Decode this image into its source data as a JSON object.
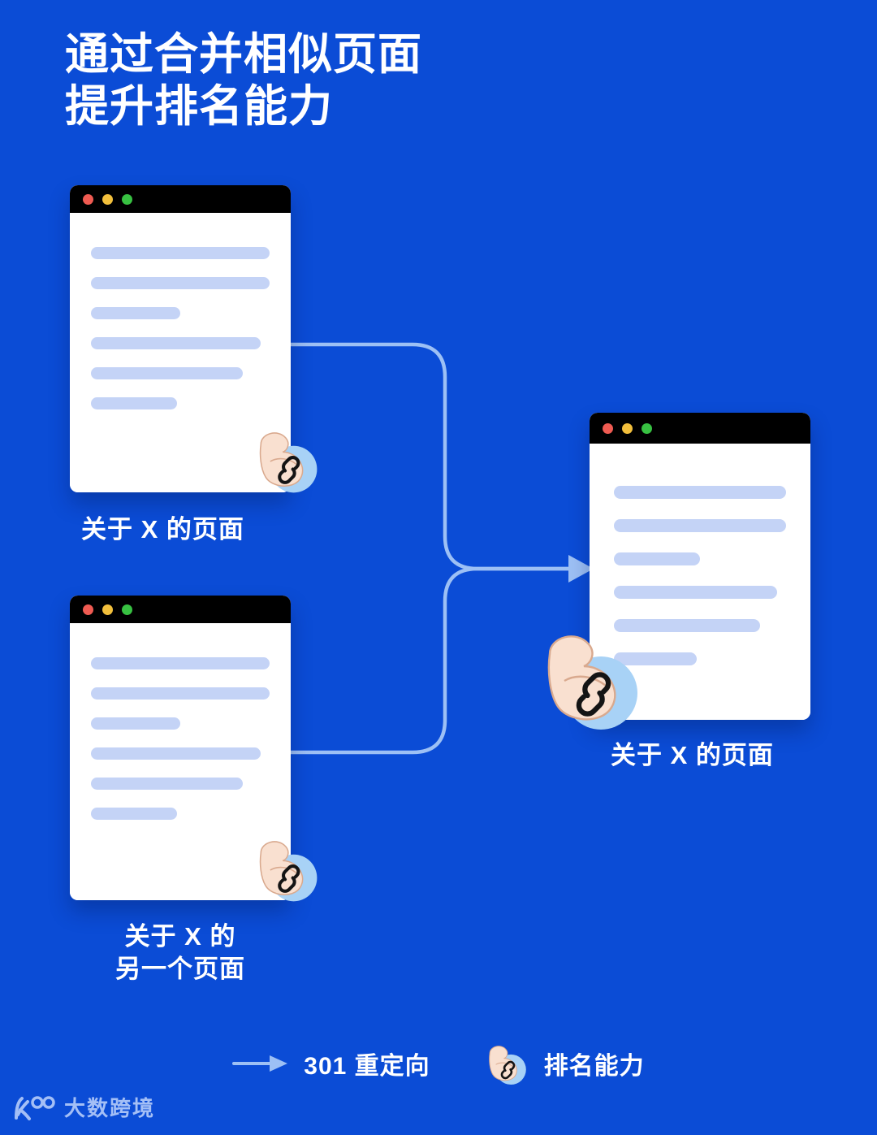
{
  "theme": {
    "background": "#0b4cd6",
    "card_background": "#ffffff",
    "titlebar": "#000000",
    "content_line": "#c4d3f6",
    "connector": "#9dc0f5",
    "text": "#ffffff",
    "dot_red": "#ef5b52",
    "dot_yellow": "#f2bf3c",
    "dot_green": "#38c142",
    "badge_circle": "#a8d2f6",
    "badge_skin": "#f9e0d0",
    "badge_link": "#1a1a1a"
  },
  "title": {
    "line1": "通过合并相似页面",
    "line2": "提升排名能力",
    "full": "通过合并相似页面\n提升排名能力"
  },
  "cards": [
    {
      "id": "source-page-1",
      "caption": "关于 X 的页面",
      "window_dots": [
        "red",
        "yellow",
        "green"
      ],
      "content_lines": [
        100,
        100,
        50,
        95,
        85,
        48
      ],
      "badge": "strength-link-badge"
    },
    {
      "id": "source-page-2",
      "caption": "关于 X 的\n另一个页面",
      "window_dots": [
        "red",
        "yellow",
        "green"
      ],
      "content_lines": [
        100,
        100,
        50,
        95,
        85,
        48
      ],
      "badge": "strength-link-badge"
    },
    {
      "id": "merged-page",
      "caption": "关于 X 的页面",
      "window_dots": [
        "red",
        "yellow",
        "green"
      ],
      "content_lines": [
        100,
        100,
        50,
        95,
        85,
        48
      ],
      "badge": "strength-link-badge"
    }
  ],
  "legend": {
    "items": [
      {
        "icon": "arrow-right-icon",
        "label": "301 重定向"
      },
      {
        "icon": "strength-link-badge-icon",
        "label": "排名能力"
      }
    ]
  },
  "watermark": {
    "mark": "kuajing-logo-mark",
    "text": "大数跨境"
  }
}
